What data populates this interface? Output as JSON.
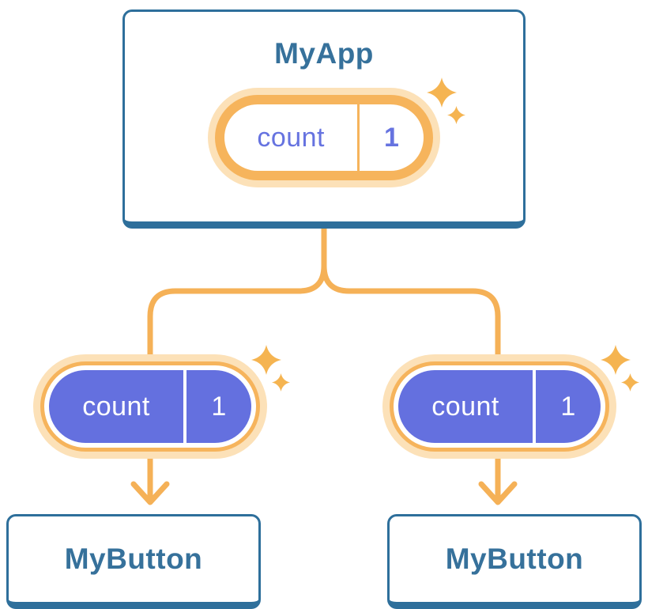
{
  "diagram": {
    "root": {
      "title": "MyApp",
      "state_pill": {
        "label": "count",
        "value": "1"
      }
    },
    "children": [
      {
        "title": "MyButton",
        "prop_pill": {
          "label": "count",
          "value": "1"
        }
      },
      {
        "title": "MyButton",
        "prop_pill": {
          "label": "count",
          "value": "1"
        }
      }
    ]
  },
  "icons": {
    "sparkle": "four-point-star",
    "arrow": "down-arrow"
  },
  "colors": {
    "blue-border": "#2e6f9b",
    "blue-text": "#36719b",
    "purple": "#6470df",
    "purple-text": "#6673e0",
    "orange-line": "#f5b157",
    "orange-ring": "#f6b45c",
    "orange-halo": "#fce1b8",
    "sparkle": "#f5b451",
    "card-bg": "#ffffff",
    "page-bg": "#ffffff"
  }
}
